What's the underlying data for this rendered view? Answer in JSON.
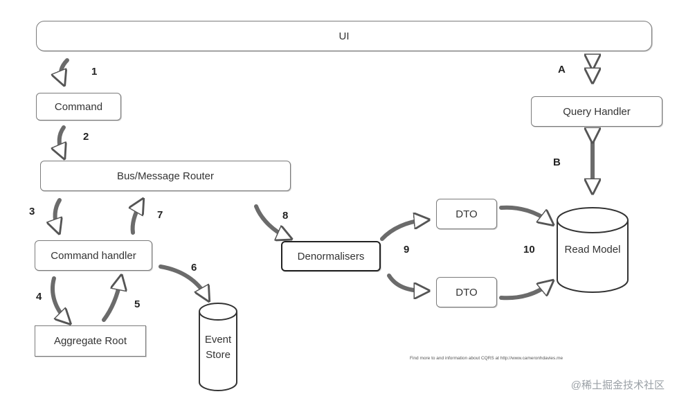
{
  "boxes": {
    "ui": "UI",
    "command": "Command",
    "bus": "Bus/Message Router",
    "command_handler": "Command handler",
    "aggregate_root": "Aggregate Root",
    "denormalisers": "Denormalisers",
    "dto_top": "DTO",
    "dto_bottom": "DTO",
    "query_handler": "Query Handler"
  },
  "stores": {
    "event_store_line1": "Event",
    "event_store_line2": "Store",
    "read_model": "Read Model"
  },
  "steps": {
    "s1": "1",
    "s2": "2",
    "s3": "3",
    "s4": "4",
    "s5": "5",
    "s6": "6",
    "s7": "7",
    "s8": "8",
    "s9": "9",
    "s10": "10",
    "sa": "A",
    "sb": "B"
  },
  "footnote": "Find more to and information about CQRS at http://www.cameronhdavies.me",
  "watermark": "@稀土掘金技术社区"
}
